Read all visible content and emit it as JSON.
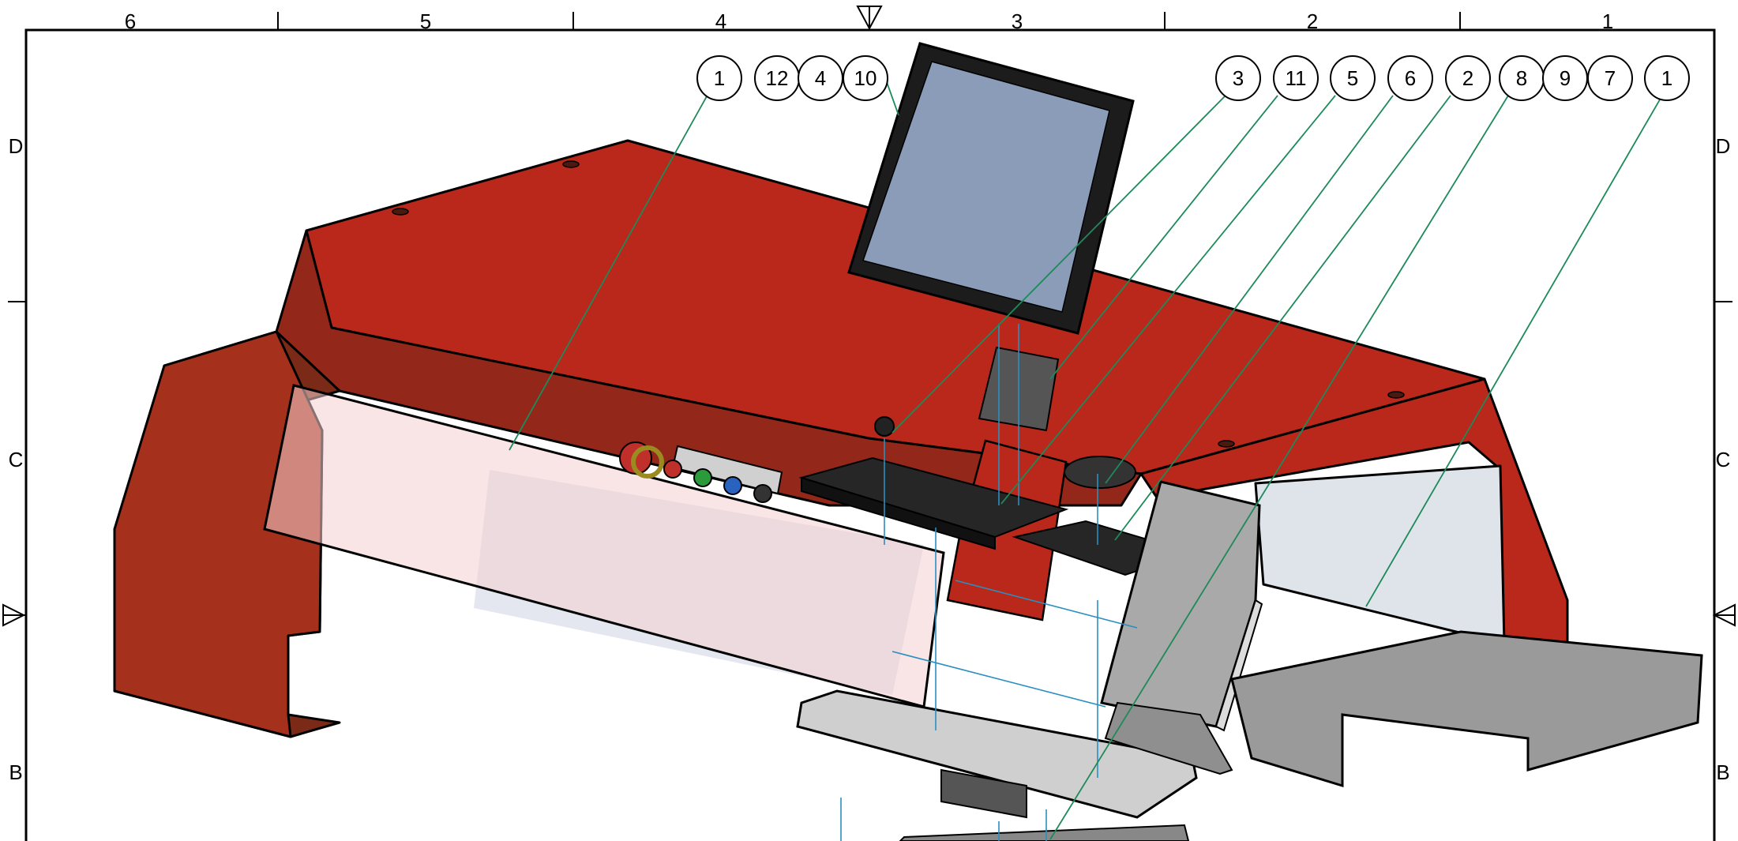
{
  "frame": {
    "column_labels": [
      "6",
      "5",
      "4",
      "3",
      "2",
      "1"
    ],
    "row_labels": [
      "D",
      "C",
      "B"
    ]
  },
  "balloons": [
    {
      "number": "1"
    },
    {
      "number": "12"
    },
    {
      "number": "4"
    },
    {
      "number": "10"
    },
    {
      "number": "3"
    },
    {
      "number": "11"
    },
    {
      "number": "5"
    },
    {
      "number": "6"
    },
    {
      "number": "2"
    },
    {
      "number": "8"
    },
    {
      "number": "9"
    },
    {
      "number": "7"
    },
    {
      "number": "1"
    }
  ],
  "colors": {
    "housing_red": "#b9281a",
    "housing_dark": "#7a2a16",
    "leader_green": "#1d8a5a",
    "axis_blue": "#2a8fc0",
    "panel_grey": "#a0a0a0",
    "monitor_black": "#1c1c1c",
    "screen_blue": "#8a9cb8"
  }
}
